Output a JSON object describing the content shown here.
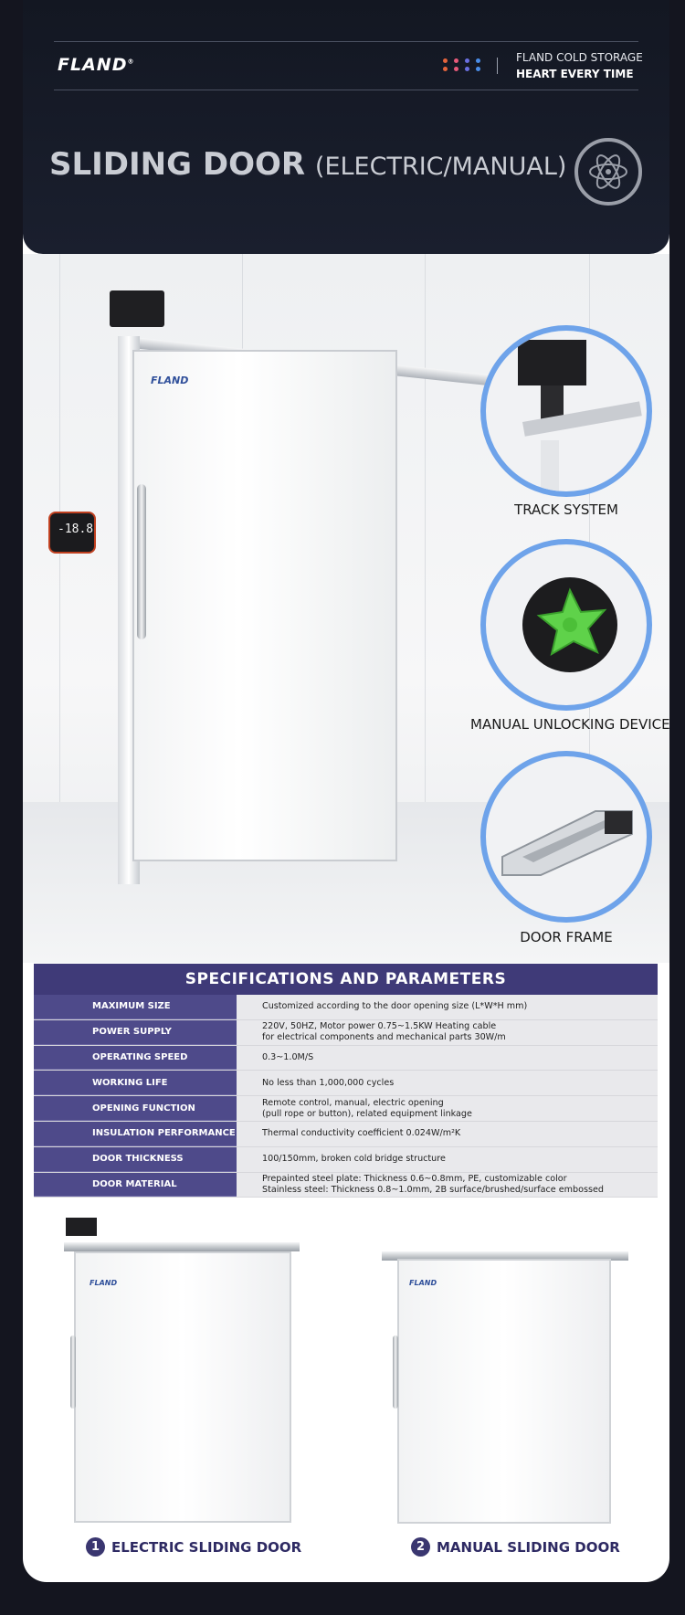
{
  "header": {
    "logo_text": "FLAND",
    "logo_mark": "®",
    "brand_line1": "FLAND COLD STORAGE",
    "brand_line2": "HEART EVERY TIME",
    "title_bold": "SLIDING DOOR",
    "title_normal": "(ELECTRIC/MANUAL)",
    "dot_colors": [
      "#e4643c",
      "#e85a7a",
      "#6a6fe0",
      "#4a8de8"
    ],
    "icon": "atom-icon"
  },
  "scene": {
    "door_logo": "FLAND",
    "thermostat_reading": "-18.8",
    "features": [
      {
        "label": "TRACK SYSTEM",
        "icon": "track-system-icon"
      },
      {
        "label": "MANUAL UNLOCKING DEVICE",
        "icon": "unlocking-knob-icon"
      },
      {
        "label": "DOOR FRAME",
        "icon": "door-frame-icon"
      }
    ],
    "accent": "#6ea3ea"
  },
  "specs": {
    "title": "SPECIFICATIONS AND PARAMETERS",
    "rows": [
      {
        "key": "MAXIMUM SIZE",
        "value": [
          "Customized according to the door opening size (L*W*H mm)"
        ]
      },
      {
        "key": "POWER SUPPLY",
        "value": [
          "220V, 50HZ, Motor power 0.75~1.5KW Heating cable",
          "for electrical components and mechanical parts 30W/m"
        ]
      },
      {
        "key": "OPERATING SPEED",
        "value": [
          "0.3~1.0M/S"
        ]
      },
      {
        "key": "WORKING LIFE",
        "value": [
          "No less than 1,000,000 cycles"
        ]
      },
      {
        "key": "OPENING FUNCTION",
        "value": [
          "Remote control, manual, electric opening",
          "(pull rope or button), related equipment linkage"
        ]
      },
      {
        "key": "INSULATION PERFORMANCE",
        "value": [
          "Thermal conductivity coefficient 0.024W/m²K"
        ]
      },
      {
        "key": "DOOR THICKNESS",
        "value": [
          "100/150mm, broken cold bridge structure"
        ]
      },
      {
        "key": "DOOR MATERIAL",
        "value": [
          "Prepainted steel plate: Thickness 0.6~0.8mm, PE, customizable color",
          "Stainless steel: Thickness 0.8~1.0mm, 2B surface/brushed/surface embossed"
        ]
      }
    ],
    "header_color": "#3f3a78",
    "key_color": "#4e4a8a"
  },
  "types": [
    {
      "number": "1",
      "label": "ELECTRIC SLIDING DOOR",
      "logo": "FLAND"
    },
    {
      "number": "2",
      "label": "MANUAL SLIDING DOOR",
      "logo": "FLAND"
    }
  ]
}
